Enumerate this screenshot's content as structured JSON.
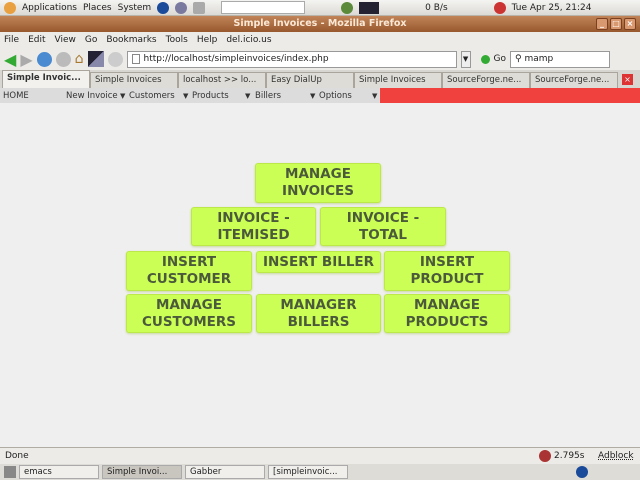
{
  "panel": {
    "applications": "Applications",
    "places": "Places",
    "system": "System",
    "netspeed": "0 B/s",
    "clock": "Tue Apr 25, 21:24"
  },
  "window": {
    "title": "Simple Invoices - Mozilla Firefox"
  },
  "menu": [
    "File",
    "Edit",
    "View",
    "Go",
    "Bookmarks",
    "Tools",
    "Help",
    "del.icio.us"
  ],
  "nav": {
    "url": "http://localhost/simpleinvoices/index.php",
    "go": "Go",
    "search": "mamp"
  },
  "tabs": [
    "Simple Invoic...",
    "Simple Invoices",
    "localhost >> lo...",
    "Easy DialUp",
    "Simple Invoices",
    "SourceForge.ne...",
    "SourceForge.ne..."
  ],
  "appmenu": {
    "home": "HOME",
    "new_invoice": "New Invoice",
    "customers": "Customers",
    "products": "Products",
    "billers": "Billers",
    "options": "Options"
  },
  "buttons": {
    "manage_invoices": "MANAGE INVOICES",
    "invoice_itemised": "INVOICE - ITEMISED",
    "invoice_total": "INVOICE - TOTAL",
    "insert_customer": "INSERT CUSTOMER",
    "insert_biller": "INSERT BILLER",
    "insert_product": "INSERT PRODUCT",
    "manage_customers": "MANAGE CUSTOMERS",
    "manager_billers": "MANAGER BILLERS",
    "manage_products": "MANAGE PRODUCTS"
  },
  "status": {
    "text": "Done",
    "timing": "2.795s",
    "adblock": "Adblock"
  },
  "taskbar": [
    "emacs",
    "Simple Invoi...",
    "Gabber",
    "[simpleinvoic..."
  ],
  "colors": {
    "button": "#ccff55",
    "accent_bar": "#f0413f",
    "titlebar": "#a86a40"
  }
}
